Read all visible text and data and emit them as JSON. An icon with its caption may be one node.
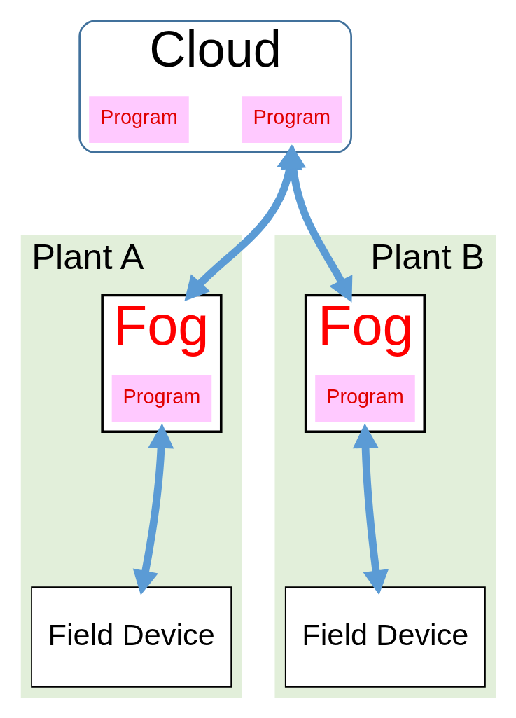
{
  "diagram": {
    "nodes": [
      {
        "text": [
          "Cloud"
        ]
      },
      {
        "text": [
          "Program"
        ],
        "in": 0
      },
      {
        "text": [
          "Program"
        ],
        "in": 0
      },
      {
        "text": [
          "Plant A"
        ]
      },
      {
        "text": [
          "Fog"
        ],
        "in": 3
      },
      {
        "text": [
          "Program"
        ],
        "in": 4
      },
      {
        "text": [
          "Field Device"
        ],
        "in": 3
      },
      {
        "text": [
          "Plant B"
        ]
      },
      {
        "text": [
          "Fog"
        ],
        "in": 7
      },
      {
        "text": [
          "Program"
        ],
        "in": 8
      },
      {
        "text": [
          "Field Device"
        ],
        "in": 7
      }
    ],
    "edges": [
      {
        "from": 0,
        "to": 4,
        "arrow": "both"
      },
      {
        "from": 0,
        "to": 8,
        "arrow": "both"
      },
      {
        "from": 4,
        "to": 6,
        "arrow": "both"
      },
      {
        "from": 8,
        "to": 10,
        "arrow": "both"
      }
    ]
  }
}
